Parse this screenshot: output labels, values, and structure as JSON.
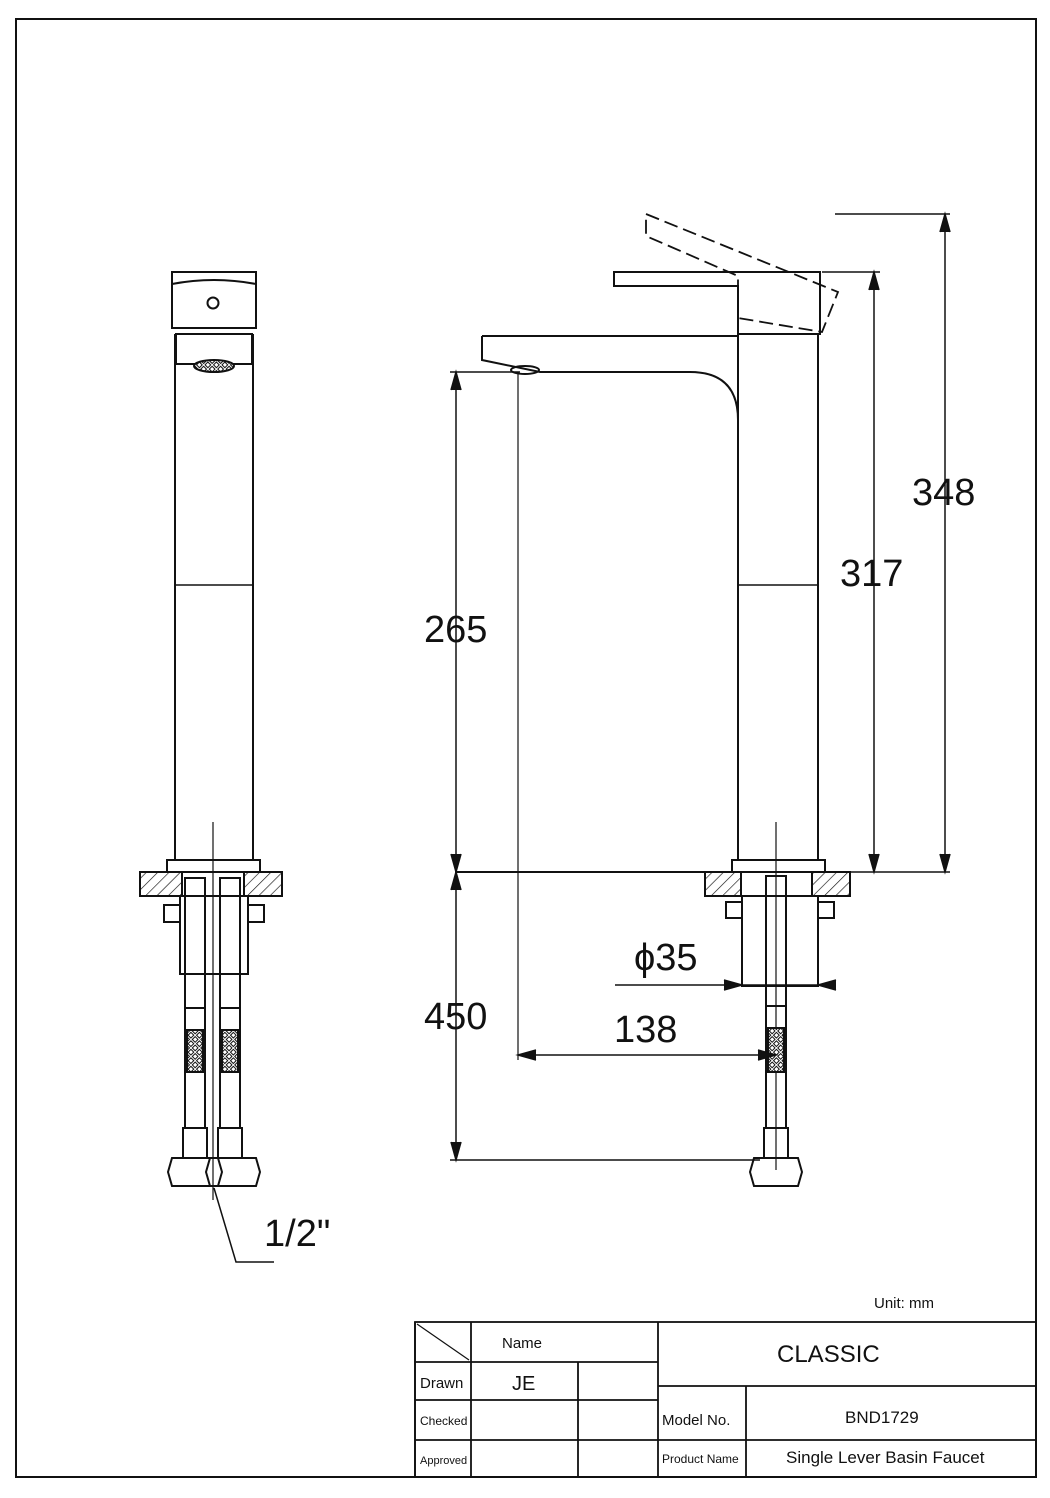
{
  "dimensions": {
    "overall_height": "348",
    "handle_height": "317",
    "spout_height": "265",
    "below_deck_length": "450",
    "spout_reach": "138",
    "base_diameter": "ϕ35",
    "connection_size": "1/2\""
  },
  "title_block": {
    "unit": "Unit: mm",
    "name_header": "Name",
    "drawn_label": "Drawn",
    "drawn_name": "JE",
    "checked_label": "Checked",
    "approved_label": "Approved",
    "series": "CLASSIC",
    "model_label": "Model No.",
    "model_value": "BND1729",
    "product_label": "Product Name",
    "product_value": "Single Lever Basin Faucet"
  },
  "colors": {
    "line": "#111111",
    "background": "#ffffff"
  }
}
